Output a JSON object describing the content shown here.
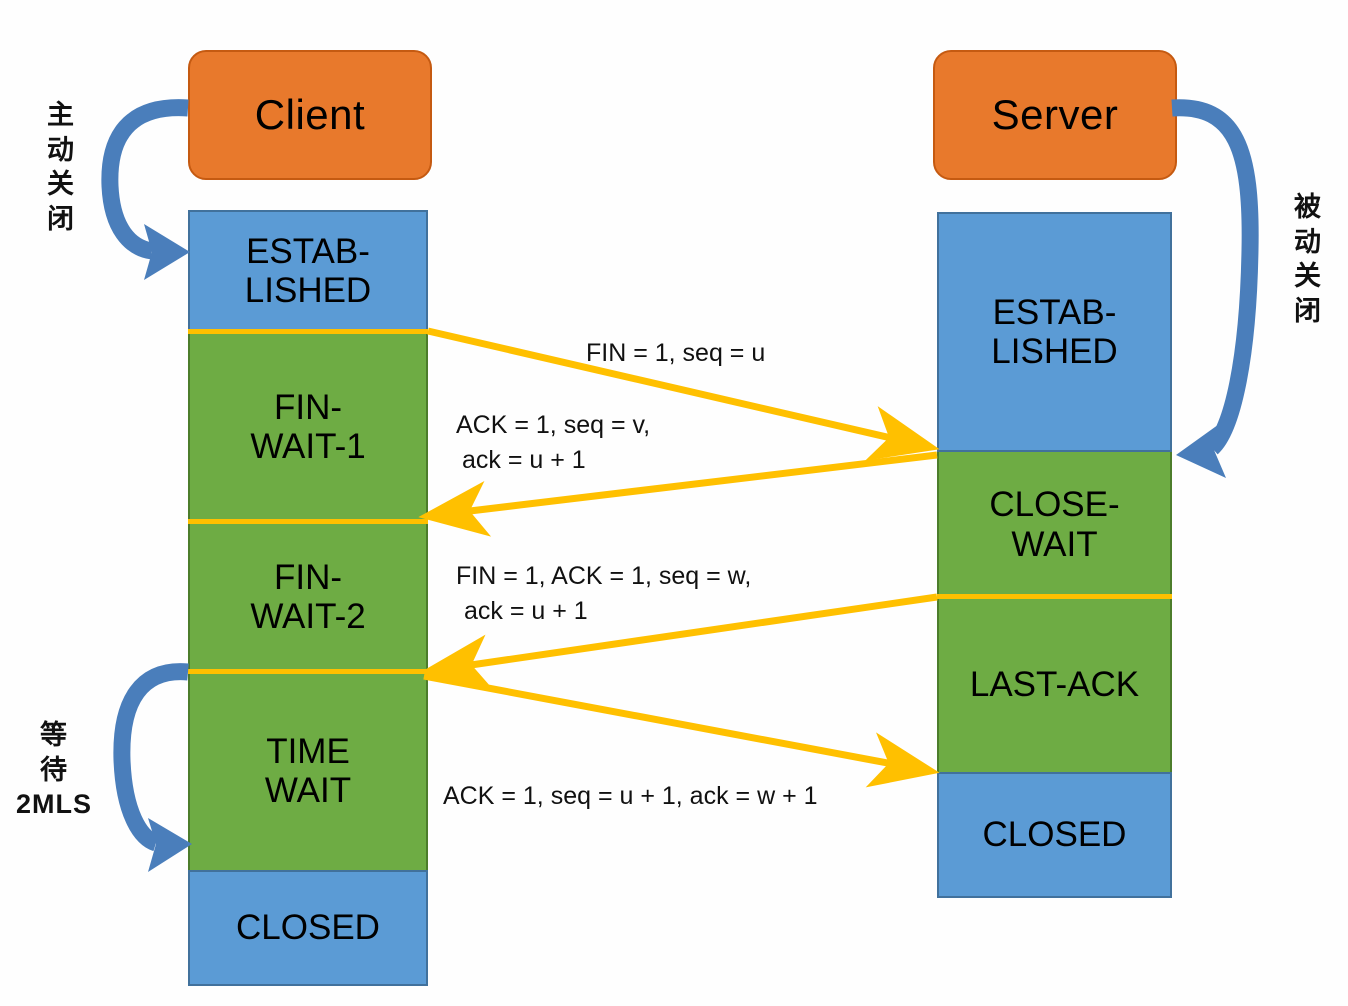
{
  "diagram": {
    "title": "TCP connection termination (four-way handshake)",
    "colors": {
      "endpoint": "#E8792C",
      "endpoint_border": "#C55A11",
      "state_blue": "#5B9BD5",
      "state_blue_border": "#41719C",
      "state_green": "#6EAC44",
      "state_green_border": "#4C7D2B",
      "message_arrow": "#FFC000",
      "curve_arrow": "#4A7EBB",
      "background": "#FEFEFE"
    }
  },
  "client": {
    "endpoint_label": "Client",
    "side_label": {
      "lines": [
        "主",
        "动",
        "关",
        "闭"
      ]
    },
    "wait_label": {
      "lines": [
        "等",
        "待",
        "2MLS"
      ]
    },
    "states": [
      {
        "id": "established",
        "lines": [
          "ESTAB-",
          "LISHED"
        ],
        "color": "blue"
      },
      {
        "id": "fin-wait-1",
        "lines": [
          "FIN-",
          "WAIT-1"
        ],
        "color": "green"
      },
      {
        "id": "fin-wait-2",
        "lines": [
          "FIN-",
          "WAIT-2"
        ],
        "color": "green"
      },
      {
        "id": "time-wait",
        "lines": [
          "TIME",
          "WAIT"
        ],
        "color": "green"
      },
      {
        "id": "closed",
        "lines": [
          "CLOSED"
        ],
        "color": "blue"
      }
    ]
  },
  "server": {
    "endpoint_label": "Server",
    "side_label": {
      "lines": [
        "被",
        "动",
        "关",
        "闭"
      ]
    },
    "states": [
      {
        "id": "established",
        "lines": [
          "ESTAB-",
          "LISHED"
        ],
        "color": "blue"
      },
      {
        "id": "close-wait",
        "lines": [
          "CLOSE-",
          "WAIT"
        ],
        "color": "green"
      },
      {
        "id": "last-ack",
        "lines": [
          "LAST-ACK"
        ],
        "color": "green"
      },
      {
        "id": "closed",
        "lines": [
          "CLOSED"
        ],
        "color": "blue"
      }
    ]
  },
  "messages": [
    {
      "id": "fin-1",
      "direction": "client-to-server",
      "lines": [
        "FIN = 1, seq = u"
      ]
    },
    {
      "id": "ack-1",
      "direction": "server-to-client",
      "lines": [
        "ACK = 1, seq = v,",
        "ack = u + 1"
      ]
    },
    {
      "id": "fin-ack",
      "direction": "server-to-client",
      "lines": [
        "FIN = 1, ACK = 1, seq = w,",
        "ack = u + 1"
      ]
    },
    {
      "id": "ack-2",
      "direction": "client-to-server",
      "lines": [
        "ACK = 1, seq = u + 1, ack = w + 1"
      ]
    }
  ]
}
